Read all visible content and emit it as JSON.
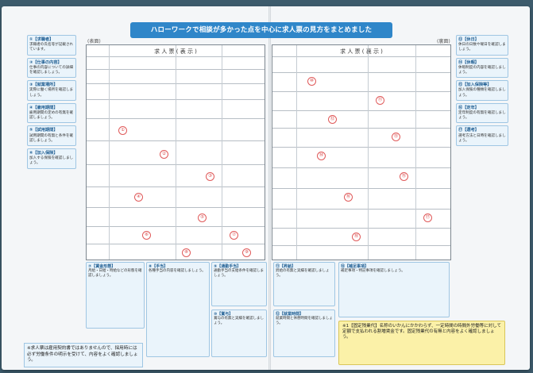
{
  "banner": {
    "title": "ハローワークで相談が多かった点を中心に求人票の見方をまとめました"
  },
  "form_left": {
    "corner_label": "(表面)",
    "title": "求 人 票 ( 表 示 )"
  },
  "form_right": {
    "corner_label": "(裏面)",
    "title": "求 人 票 ( 裏 示 )"
  },
  "left_notes": [
    {
      "heading": "①【求職者】",
      "body": "求職者の氏名等が記載されています。"
    },
    {
      "heading": "②【仕事の内容】",
      "body": "仕事の内容についての詳細を確認しましょう。"
    },
    {
      "heading": "③【就業場所】",
      "body": "実際に働く場所を確認しましょう。"
    },
    {
      "heading": "④【雇用期間】",
      "body": "雇用期間の定めの有無を確認しましょう。"
    },
    {
      "heading": "⑤【試用期間】",
      "body": "試用期間の有無と条件を確認しましょう。"
    },
    {
      "heading": "⑥【加入保険】",
      "body": "加入する保険を確認しましょう。"
    }
  ],
  "right_notes": [
    {
      "heading": "⑬【休日】",
      "body": "休日の日数や曜日を確認しましょう。"
    },
    {
      "heading": "⑭【休暇】",
      "body": "休暇制度の内容を確認しましょう。"
    },
    {
      "heading": "⑮【加入保険等】",
      "body": "加入保険の種類を確認しましょう。"
    },
    {
      "heading": "⑯【定年】",
      "body": "定年制度の有無を確認しましょう。"
    },
    {
      "heading": "⑰【選考】",
      "body": "選考方法と日時を確認しましょう。"
    }
  ],
  "bottom_cards": [
    {
      "heading": "⑦【賃金形態】",
      "body": "月給・日給・時給などの形態を確認しましょう。"
    },
    {
      "heading": "⑧【手当】",
      "body": "各種手当の内容を確認しましょう。"
    },
    {
      "heading": "⑨【通勤手当】",
      "body": "通勤手当の支給条件を確認しましょう。"
    },
    {
      "heading": "⑩【賞与】",
      "body": "賞与の有無と実績を確認しましょう。"
    },
    {
      "heading": "⑪【昇給】",
      "body": "昇給の有無と実績を確認しましょう。"
    },
    {
      "heading": "⑫【就業時間】",
      "body": "就業時間と休憩時間を確認しましょう。"
    },
    {
      "heading": "⑱【補足事項】",
      "body": "補足事項・特記事項を確認しましょう。"
    }
  ],
  "yellow_note": {
    "text": "※1【固定残業代】名称のいかんにかかわらず、一定時間の時間外労働等に対して定額で支払われる割増賃金です。固定残業代の有無と内容をよく確認しましょう。"
  },
  "bottom_note": {
    "text": "※求人票は雇用契約書ではありませんので、採用時には必ず労働条件の明示を受けて、内容をよく確認しましょう。"
  },
  "badges": [
    "①",
    "②",
    "③",
    "④",
    "⑤",
    "⑥",
    "⑦",
    "⑧",
    "⑨",
    "⑩",
    "⑪",
    "⑫",
    "⑬",
    "⑭",
    "⑮",
    "⑯",
    "⑰",
    "⑱"
  ],
  "colors": {
    "banner": "#2f86c9",
    "note_bg": "#eaf4fb",
    "yellow_bg": "#fbf1a8",
    "badge": "#d64040"
  }
}
